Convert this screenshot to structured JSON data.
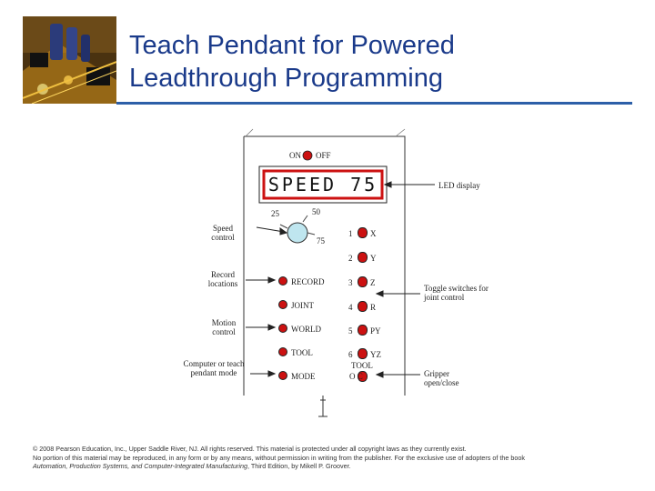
{
  "slide": {
    "title_line1": "Teach Pendant for Powered",
    "title_line2": "Leadthrough Programming",
    "accent_color": "#1a3a8a",
    "rule_color": "#2d5fa8"
  },
  "pendant": {
    "on_label": "ON",
    "off_label": "OFF",
    "display_text": "SPEED 75",
    "dial_ticks": [
      "25",
      "50",
      "75"
    ],
    "mode_buttons": [
      "RECORD",
      "JOINT",
      "WORLD",
      "TOOL",
      "MODE"
    ],
    "axis_numbers": [
      "1",
      "2",
      "3",
      "4",
      "5",
      "6"
    ],
    "axis_labels": [
      "X",
      "Y",
      "Z",
      "R",
      "PY",
      "YZ"
    ],
    "tool_label": "TOOL",
    "gripper_marks": "O  C"
  },
  "callouts": {
    "led_display": "LED display",
    "speed_control": "Speed control",
    "record_locations": "Record locations",
    "motion_control": "Motion control",
    "teach_mode": "Computer or teach pendant mode",
    "toggle_switches": "Toggle switches for joint control",
    "gripper": "Gripper open/close"
  },
  "footer": {
    "line1": "© 2008 Pearson Education, Inc., Upper Saddle River, NJ. All rights reserved. This material is protected under all copyright laws as they currently exist.",
    "line2": "No portion of this material may be reproduced, in any form or by any means, without permission in writing from the publisher. For the exclusive use of adopters of the book",
    "book_title": "Automation, Production Systems, and Computer-Integrated Manufacturing",
    "line3_rest": ", Third Edition, by Mikell P. Groover."
  }
}
